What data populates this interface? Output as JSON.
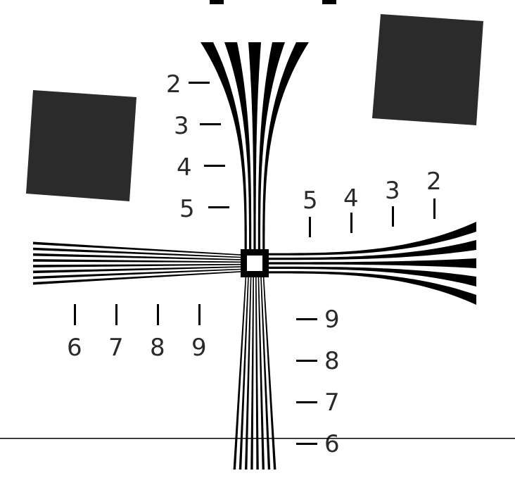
{
  "colors": {
    "background": "#ffffff",
    "ink": "#000000",
    "square_fill": "#2b2b2b",
    "label": "#2a2a2a"
  },
  "top_scale": {
    "labels": [
      "2",
      "3",
      "4",
      "5"
    ]
  },
  "right_scale": {
    "labels": [
      "5",
      "4",
      "3",
      "2"
    ]
  },
  "left_scale": {
    "labels": [
      "6",
      "7",
      "8",
      "9"
    ]
  },
  "bottom_scale": {
    "labels": [
      "9",
      "8",
      "7",
      "6"
    ]
  }
}
